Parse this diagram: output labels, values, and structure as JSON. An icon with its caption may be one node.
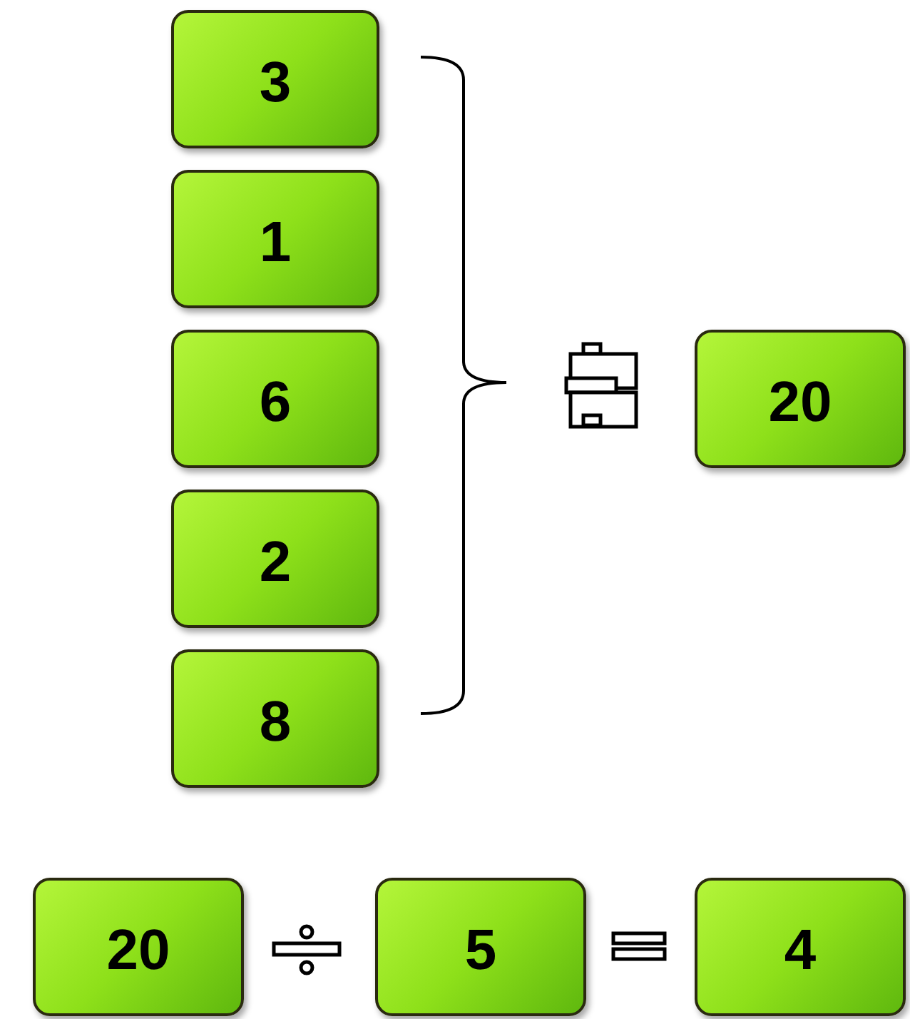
{
  "diagram": {
    "nodes": [
      {
        "text": [
          "3"
        ]
      },
      {
        "text": [
          "1"
        ]
      },
      {
        "text": [
          "6"
        ]
      },
      {
        "text": [
          "2"
        ]
      },
      {
        "text": [
          "8"
        ]
      },
      {
        "text": [
          "20"
        ]
      },
      {
        "text": [
          "20"
        ]
      },
      {
        "text": [
          "5"
        ]
      },
      {
        "text": [
          "4"
        ]
      }
    ]
  }
}
